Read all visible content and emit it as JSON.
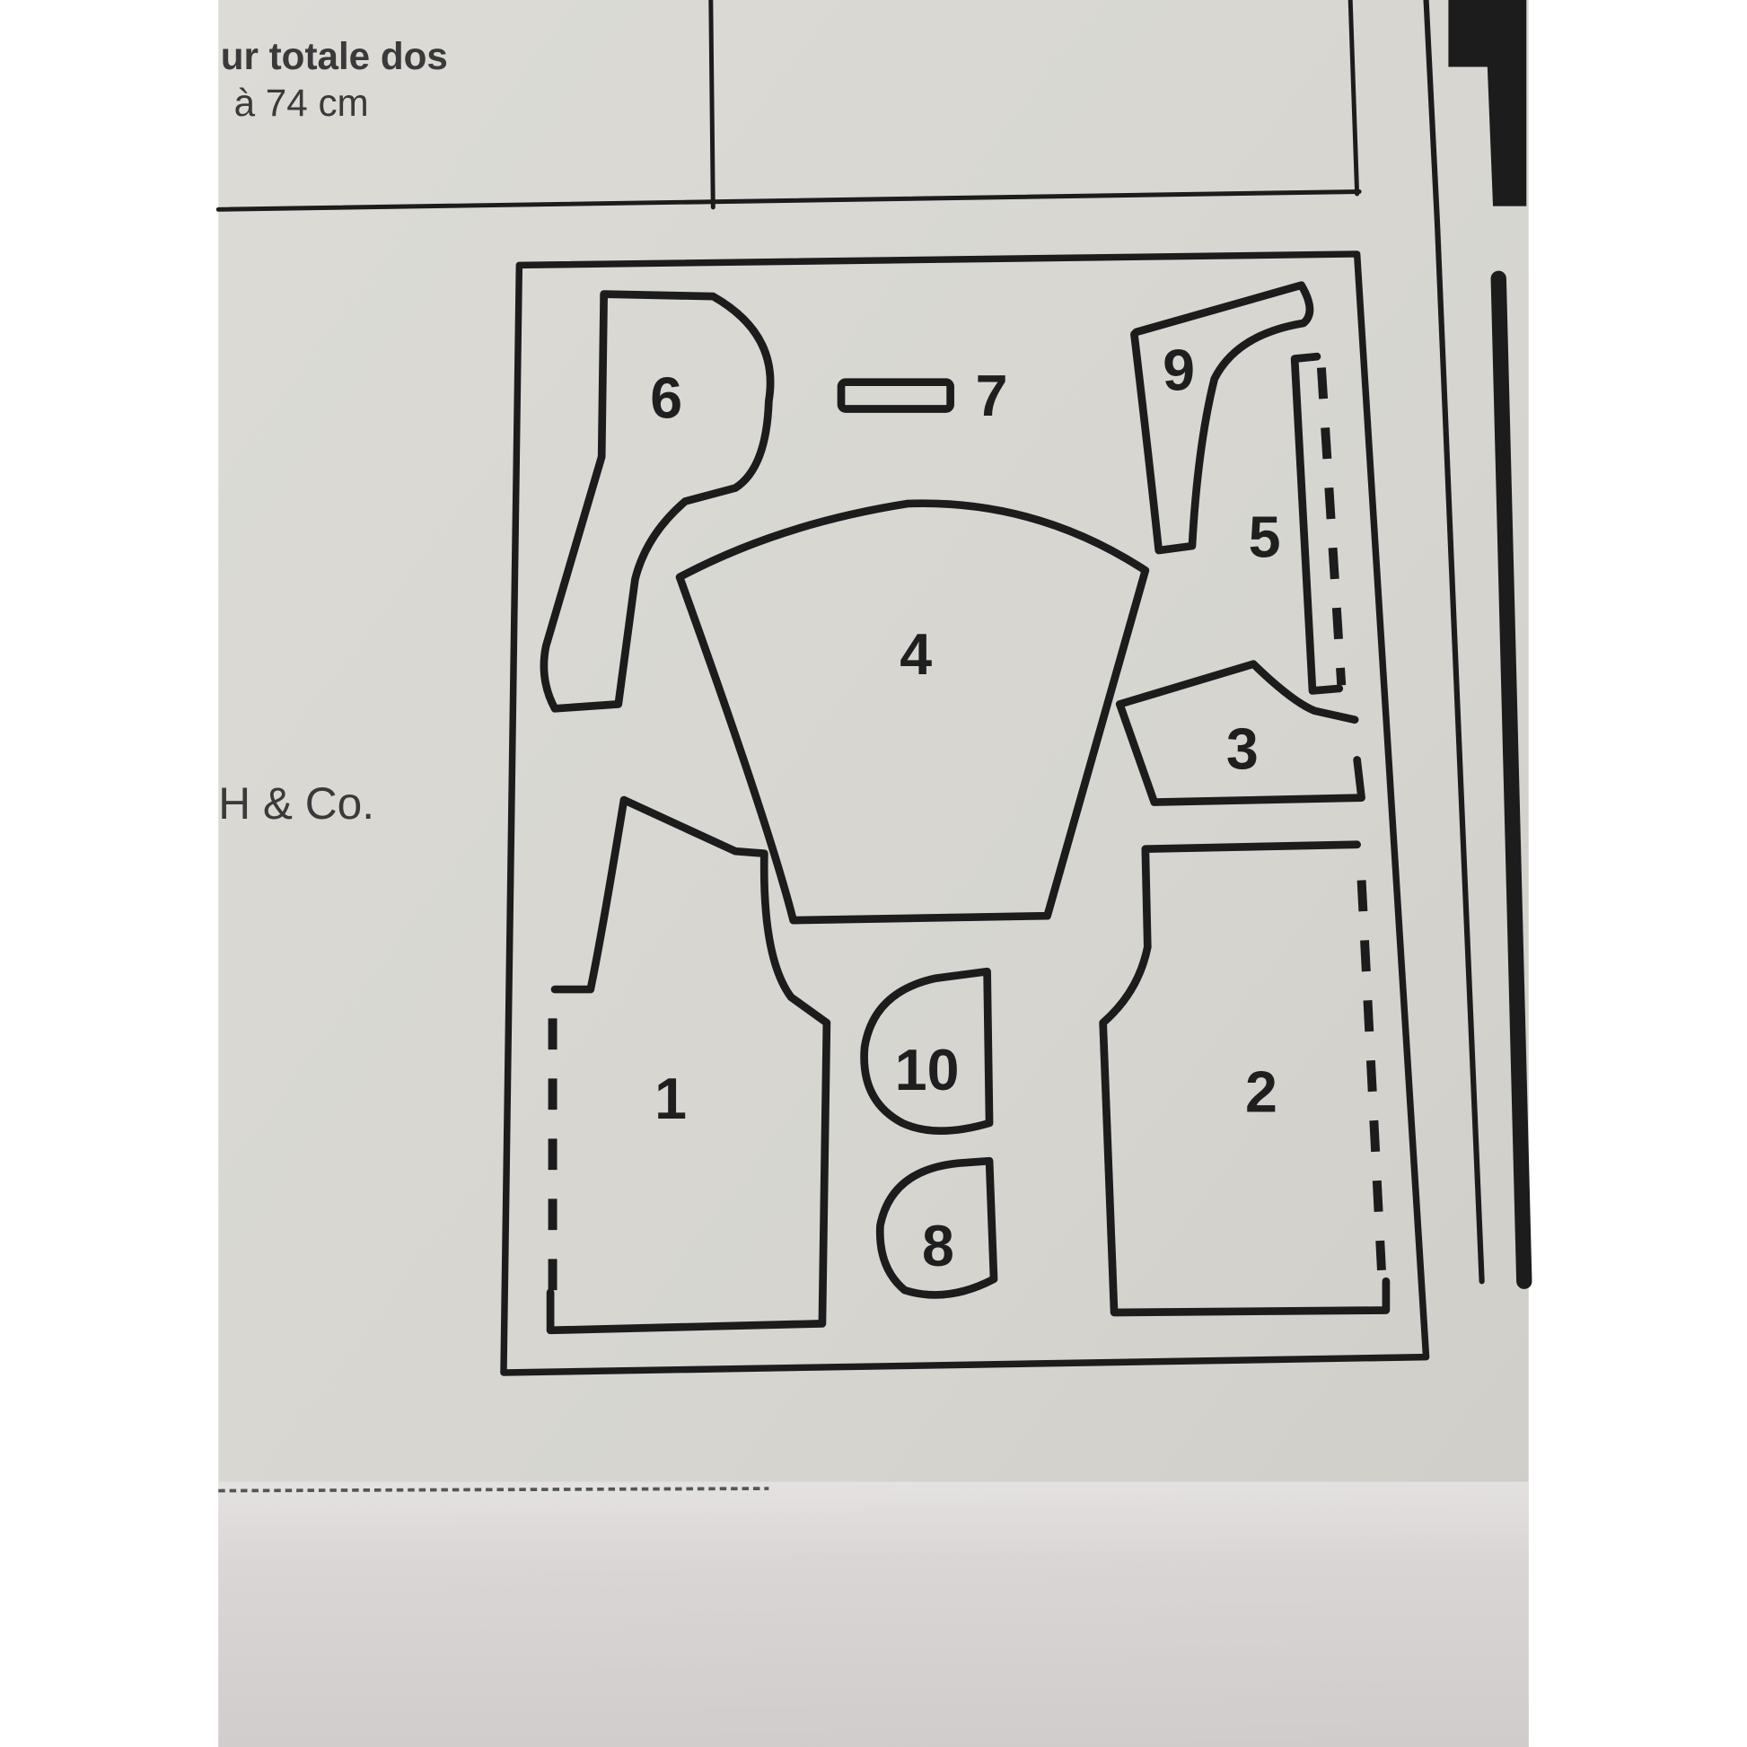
{
  "header_text": {
    "line1": "ur totale dos",
    "line2": "à 74 cm"
  },
  "publisher_fragment": "H & Co.",
  "pattern_diagram": {
    "pieces": [
      "1",
      "2",
      "3",
      "4",
      "5",
      "6",
      "7",
      "8",
      "9",
      "10"
    ]
  },
  "colors": {
    "paper": "#d8d7d1",
    "ink": "#1c1c1c"
  }
}
